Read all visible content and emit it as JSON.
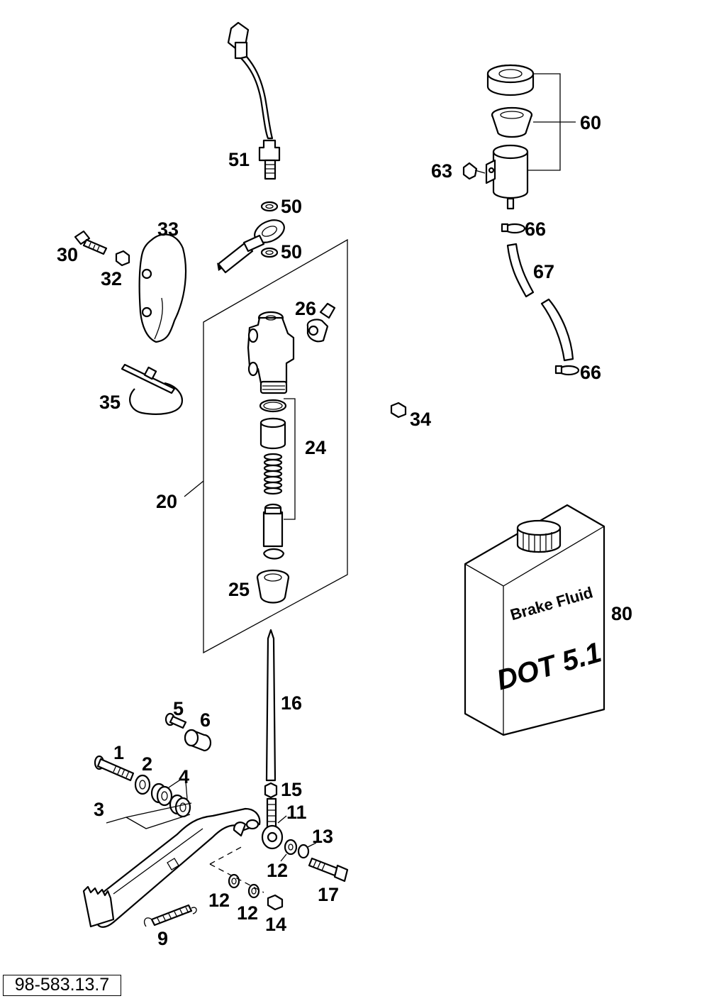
{
  "diagram": {
    "reference_code": "98-583.13.7",
    "callouts": {
      "c1": "1",
      "c2": "2",
      "c3": "3",
      "c4": "4",
      "c5": "5",
      "c6": "6",
      "c9": "9",
      "c11": "11",
      "c12a": "12",
      "c12b": "12",
      "c12c": "12",
      "c13": "13",
      "c14": "14",
      "c15": "15",
      "c16": "16",
      "c17": "17",
      "c20": "20",
      "c24": "24",
      "c25": "25",
      "c26": "26",
      "c30": "30",
      "c32": "32",
      "c33": "33",
      "c34": "34",
      "c35": "35",
      "c50a": "50",
      "c50b": "50",
      "c51": "51",
      "c60": "60",
      "c63": "63",
      "c66a": "66",
      "c66b": "66",
      "c67": "67",
      "c80": "80"
    },
    "fluid_can": {
      "label_line1": "Brake Fluid",
      "label_line2": "DOT 5.1"
    }
  }
}
